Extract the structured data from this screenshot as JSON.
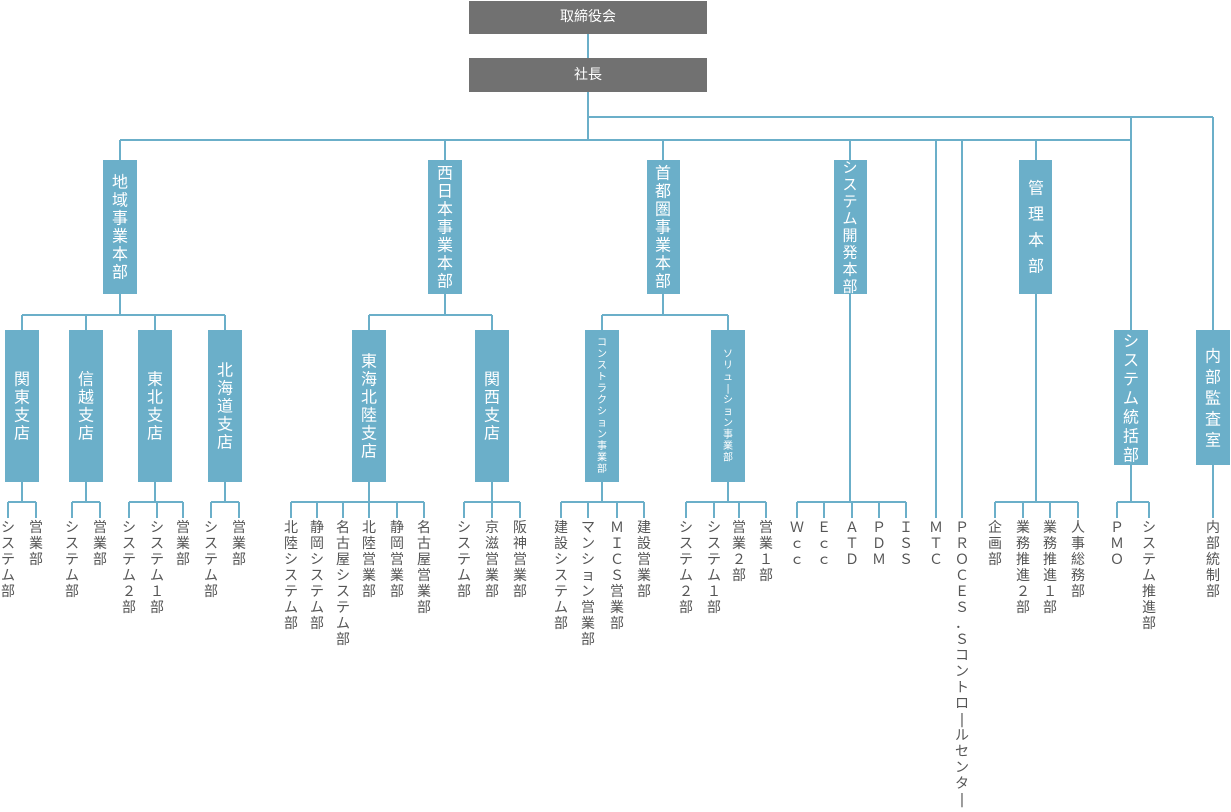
{
  "top": [
    {
      "id": "board",
      "label": "取締役会"
    },
    {
      "id": "president",
      "label": "社長"
    }
  ],
  "divisions": [
    {
      "id": "chiiki",
      "label": "地域事業本部"
    },
    {
      "id": "nishinihon",
      "label": "西日本事業本部"
    },
    {
      "id": "shutoken",
      "label": "首都圏事業本部"
    },
    {
      "id": "system-kaihatsu",
      "label": "システム開発本部"
    },
    {
      "id": "kanri",
      "label": "管理本部"
    },
    {
      "id": "system-tokatsu",
      "label": "システム統括部"
    },
    {
      "id": "naibu-kansa",
      "label": "内部監査室"
    }
  ],
  "branches": [
    {
      "id": "kanto",
      "label": "関東支店"
    },
    {
      "id": "shinetsu",
      "label": "信越支店"
    },
    {
      "id": "tohoku",
      "label": "東北支店"
    },
    {
      "id": "hokkaido",
      "label": "北海道支店"
    },
    {
      "id": "tokai-hokuriku",
      "label": "東海北陸支店"
    },
    {
      "id": "kansai",
      "label": "関西支店"
    },
    {
      "id": "construction",
      "label": "コンストラクション事業部"
    },
    {
      "id": "solution",
      "label": "ソリューション事業部"
    }
  ],
  "departments": [
    "システム部",
    "営業部",
    "システム部",
    "営業部",
    "システム２部",
    "システム１部",
    "営業部",
    "システム部",
    "営業部",
    "北陸システム部",
    "静岡システム部",
    "名古屋システム部",
    "北陸営業部",
    "静岡営業部",
    "名古屋営業部",
    "システム部",
    "京滋営業部",
    "阪神営業部",
    "建設システム部",
    "マンション営業部",
    "ＭＩＣＳ営業部",
    "建設営業部",
    "システム２部",
    "システム１部",
    "営業２部",
    "営業１部",
    "Ｗｃｃ",
    "Ｅｃｃ",
    "ＡＴＤ",
    "ＰＤＭ",
    "ＩＳＳ",
    "ＭＴＣ",
    "ＰＲＯＣＥＳ．Ｓコントロールセンター",
    "企画部",
    "業務推進２部",
    "業務推進１部",
    "人事総務部",
    "ＰＭＯ",
    "システム推進部",
    "内部統制部"
  ]
}
